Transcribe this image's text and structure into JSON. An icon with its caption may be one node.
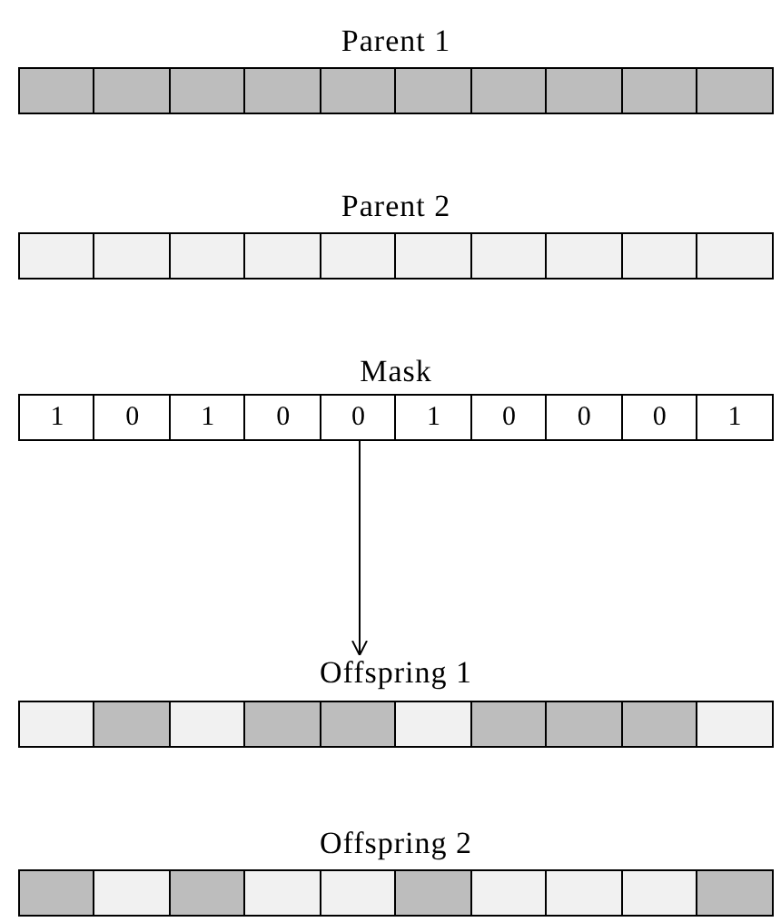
{
  "diagram": {
    "nodes": [
      {
        "text": [
          "Parent 1"
        ]
      },
      {
        "text": [],
        "shape": "box",
        "in": 0
      },
      {
        "text": [],
        "shape": "box",
        "in": 0
      },
      {
        "text": [],
        "shape": "box",
        "in": 0
      },
      {
        "text": [],
        "shape": "box",
        "in": 0
      },
      {
        "text": [],
        "shape": "box",
        "in": 0
      },
      {
        "text": [],
        "shape": "box",
        "in": 0
      },
      {
        "text": [],
        "shape": "box",
        "in": 0
      },
      {
        "text": [],
        "shape": "box",
        "in": 0
      },
      {
        "text": [],
        "shape": "box",
        "in": 0
      },
      {
        "text": [],
        "shape": "box",
        "in": 0
      },
      {
        "text": [
          "Parent 2"
        ]
      },
      {
        "text": [],
        "shape": "box",
        "in": 11
      },
      {
        "text": [],
        "shape": "box",
        "in": 11
      },
      {
        "text": [],
        "shape": "box",
        "in": 11
      },
      {
        "text": [],
        "shape": "box",
        "in": 11
      },
      {
        "text": [],
        "shape": "box",
        "in": 11
      },
      {
        "text": [],
        "shape": "box",
        "in": 11
      },
      {
        "text": [],
        "shape": "box",
        "in": 11
      },
      {
        "text": [],
        "shape": "box",
        "in": 11
      },
      {
        "text": [],
        "shape": "box",
        "in": 11
      },
      {
        "text": [],
        "shape": "box",
        "in": 11
      },
      {
        "text": [
          "Mask"
        ]
      },
      {
        "text": [
          "1"
        ],
        "in": 22
      },
      {
        "text": [
          "0"
        ],
        "in": 22
      },
      {
        "text": [
          "1"
        ],
        "in": 22
      },
      {
        "text": [
          "0"
        ],
        "in": 22
      },
      {
        "text": [
          "0"
        ],
        "in": 22
      },
      {
        "text": [
          "1"
        ],
        "in": 22
      },
      {
        "text": [
          "0"
        ],
        "in": 22
      },
      {
        "text": [
          "0"
        ],
        "in": 22
      },
      {
        "text": [
          "0"
        ],
        "in": 22
      },
      {
        "text": [
          "1"
        ],
        "in": 22
      },
      {
        "text": [
          "Offspring 1"
        ]
      },
      {
        "text": [],
        "shape": "box",
        "in": 33
      },
      {
        "text": [],
        "shape": "box",
        "in": 33
      },
      {
        "text": [],
        "shape": "box",
        "in": 33
      },
      {
        "text": [],
        "shape": "box",
        "in": 33
      },
      {
        "text": [],
        "shape": "box",
        "in": 33
      },
      {
        "text": [],
        "shape": "box",
        "in": 33
      },
      {
        "text": [],
        "shape": "box",
        "in": 33
      },
      {
        "text": [],
        "shape": "box",
        "in": 33
      },
      {
        "text": [],
        "shape": "box",
        "in": 33
      },
      {
        "text": [],
        "shape": "box",
        "in": 33
      },
      {
        "text": [
          "Offspring 2"
        ]
      },
      {
        "text": [],
        "shape": "box",
        "in": 44
      },
      {
        "text": [],
        "shape": "box",
        "in": 44
      },
      {
        "text": [],
        "shape": "box",
        "in": 44
      },
      {
        "text": [],
        "shape": "box",
        "in": 44
      },
      {
        "text": [],
        "shape": "box",
        "in": 44
      },
      {
        "text": [],
        "shape": "box",
        "in": 44
      },
      {
        "text": [],
        "shape": "box",
        "in": 44
      },
      {
        "text": [],
        "shape": "box",
        "in": 44
      },
      {
        "text": [],
        "shape": "box",
        "in": 44
      },
      {
        "text": [],
        "shape": "box",
        "in": 44
      }
    ],
    "edges": [
      {
        "from": 22,
        "to": 33,
        "arrow": "to"
      }
    ]
  }
}
